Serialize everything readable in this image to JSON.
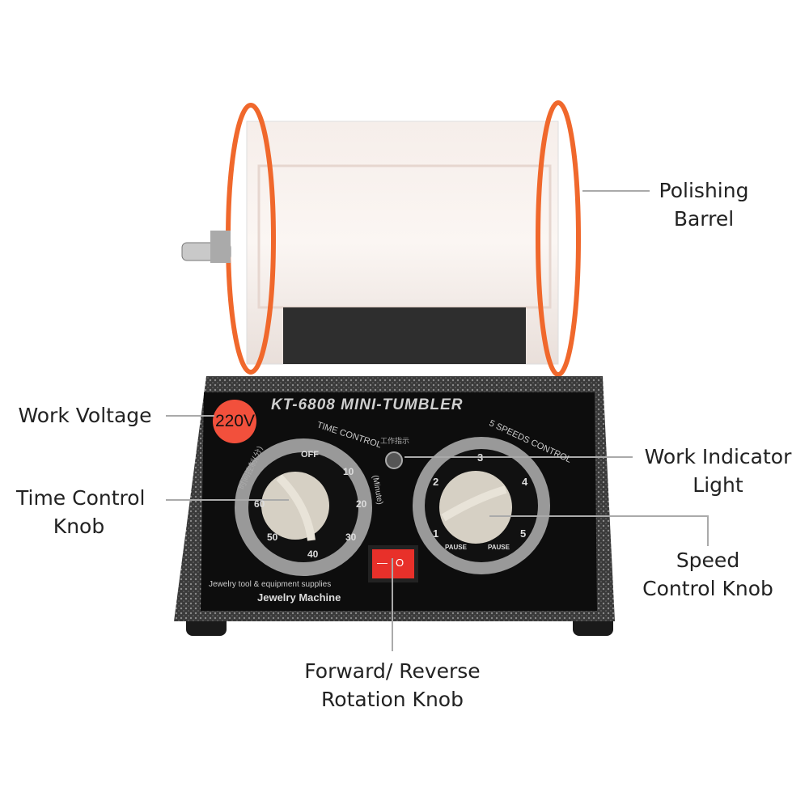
{
  "product": {
    "model_title": "KT-6808 MINI-TUMBLER",
    "voltage_badge": "220V",
    "time_control_label": "TIME CONTROL",
    "time_unit": "(Minute)",
    "time_cn": "时间控制(分)",
    "time_marks": [
      "OFF",
      "10",
      "20",
      "30",
      "40",
      "50",
      "60"
    ],
    "indicator_cn": "工作指示",
    "speed_label": "5 SPEEDS CONTROL",
    "speed_marks": [
      "1",
      "2",
      "3",
      "4",
      "5"
    ],
    "pause_label": "PAUSE",
    "switch_symbols": [
      "—",
      "O"
    ],
    "supplier_text": "Jewelry tool & equipment supplies",
    "machine_text": "Jewelry Machine"
  },
  "callouts": {
    "polishing_barrel": [
      "Polishing",
      "Barrel"
    ],
    "work_voltage": [
      "Work Voltage"
    ],
    "time_control_knob": [
      "Time Control",
      "Knob"
    ],
    "work_indicator_light": [
      "Work Indicator",
      "Light"
    ],
    "speed_control_knob": [
      "Speed",
      "Control Knob"
    ],
    "rotation_knob": [
      "Forward/ Reverse",
      "Rotation Knob"
    ]
  },
  "colors": {
    "orange": "#f0682c",
    "badge": "#f2503c",
    "panel": "#111111",
    "knob": "#d6d0c4"
  }
}
